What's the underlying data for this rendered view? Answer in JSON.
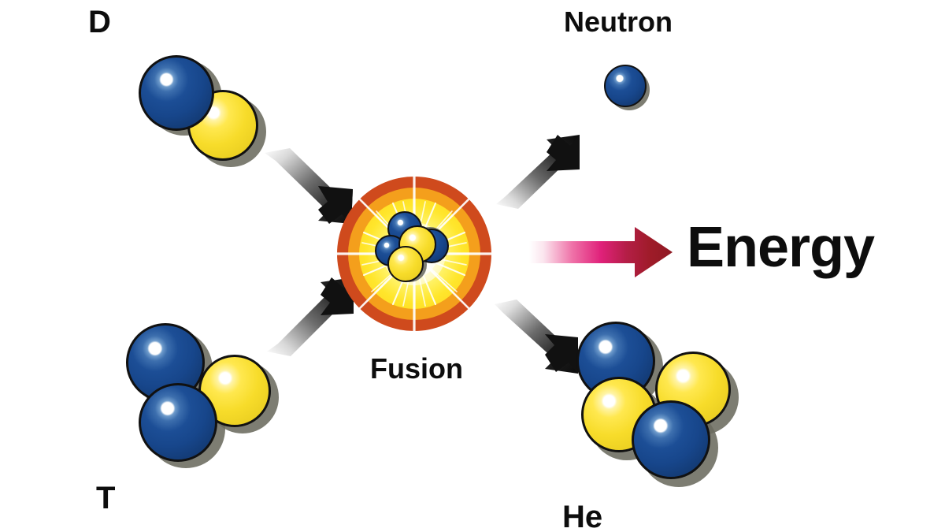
{
  "diagram": {
    "title_text": "Deuterium-Tritium fusion reaction",
    "background_color": "#ffffff"
  },
  "labels": {
    "deuterium": "D",
    "tritium": "T",
    "neutron": "Neutron",
    "helium": "He",
    "fusion": "Fusion",
    "energy": "Energy"
  },
  "colors": {
    "proton_blue": "#1c4e96",
    "neutron_yellow": "#f7dc2a",
    "sphere_outline": "#111111",
    "sphere_shadow": "#6b6b5e",
    "ring_outer_red": "#cf4a1d",
    "ring_orange": "#f49f1c",
    "ring_yellow": "#ffe62c",
    "burst_white": "#ffffff",
    "arrow_dark": "#111111",
    "arrow_tail_light": "#f2f2f2",
    "energy_arrow_start": "#ffffff",
    "energy_arrow_mid": "#e0217a",
    "energy_arrow_end": "#9e1b28",
    "text_black": "#0d0d0d"
  },
  "particles": {
    "deuterium": {
      "name": "Deuterium nucleus",
      "composition": [
        {
          "type": "proton",
          "color": "blue"
        },
        {
          "type": "neutron",
          "color": "yellow"
        }
      ],
      "count": 2
    },
    "tritium": {
      "name": "Tritium nucleus",
      "composition": [
        {
          "type": "proton",
          "color": "blue"
        },
        {
          "type": "proton",
          "color": "blue"
        },
        {
          "type": "neutron",
          "color": "yellow"
        }
      ],
      "count": 3
    },
    "helium": {
      "name": "Helium-4 nucleus",
      "composition": [
        {
          "type": "proton",
          "color": "blue"
        },
        {
          "type": "neutron",
          "color": "yellow"
        },
        {
          "type": "neutron",
          "color": "yellow"
        },
        {
          "type": "proton",
          "color": "blue"
        }
      ],
      "count": 4
    },
    "free_neutron": {
      "name": "Free neutron",
      "composition": [
        {
          "type": "neutron",
          "color": "blue"
        }
      ],
      "count": 1
    },
    "fusion_core": {
      "name": "Fusion core nucleus cluster",
      "composition": [
        {
          "type": "proton",
          "color": "blue"
        },
        {
          "type": "proton",
          "color": "blue"
        },
        {
          "type": "neutron",
          "color": "yellow"
        },
        {
          "type": "neutron",
          "color": "yellow"
        },
        {
          "type": "proton",
          "color": "blue"
        }
      ],
      "count": 5,
      "rings": [
        "#cf4a1d",
        "#f49f1c",
        "#ffe62c"
      ]
    }
  },
  "arrows": {
    "input_top": {
      "name": "deuterium-into-fusion",
      "direction": "down-right"
    },
    "input_bottom": {
      "name": "tritium-into-fusion",
      "direction": "up-right"
    },
    "output_top": {
      "name": "fusion-to-neutron",
      "direction": "up-right"
    },
    "output_bottom": {
      "name": "fusion-to-helium",
      "direction": "down-right"
    },
    "energy": {
      "name": "fusion-to-energy",
      "direction": "right"
    }
  }
}
